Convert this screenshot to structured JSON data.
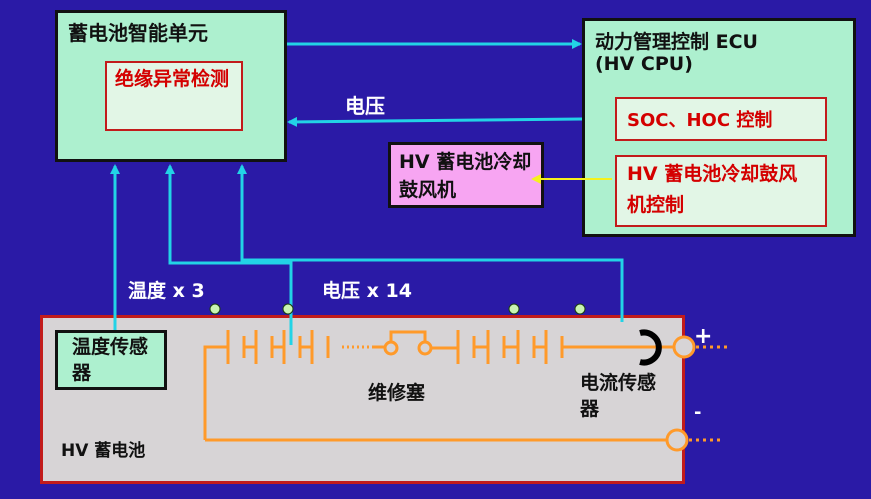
{
  "bmu": {
    "title": "蓄电池智能单元",
    "insulation_detect": "绝缘异常检测"
  },
  "ecu": {
    "title_line1": "动力管理控制 ECU",
    "title_line2": "(HV CPU)",
    "soc_control": "SOC、HOC 控制",
    "fan_control": "HV 蓄电池冷却鼓风机控制"
  },
  "fan": {
    "label": "HV 蓄电池冷却鼓风机"
  },
  "signals": {
    "voltage": "电压",
    "temp_count": "温度 x 3",
    "voltage_count": "电压 x 14"
  },
  "battery": {
    "label": "HV 蓄电池",
    "temp_sensor": "温度传感器",
    "service_plug": "维修塞",
    "current_sensor": "电流传感器",
    "plus": "+",
    "minus": "-"
  },
  "colors": {
    "background": "#2a1aa6",
    "cyan_line": "#22d3e6",
    "orange_line": "#ff9a2a",
    "yellow_line": "#f6f21c",
    "red_text": "#d40000"
  }
}
